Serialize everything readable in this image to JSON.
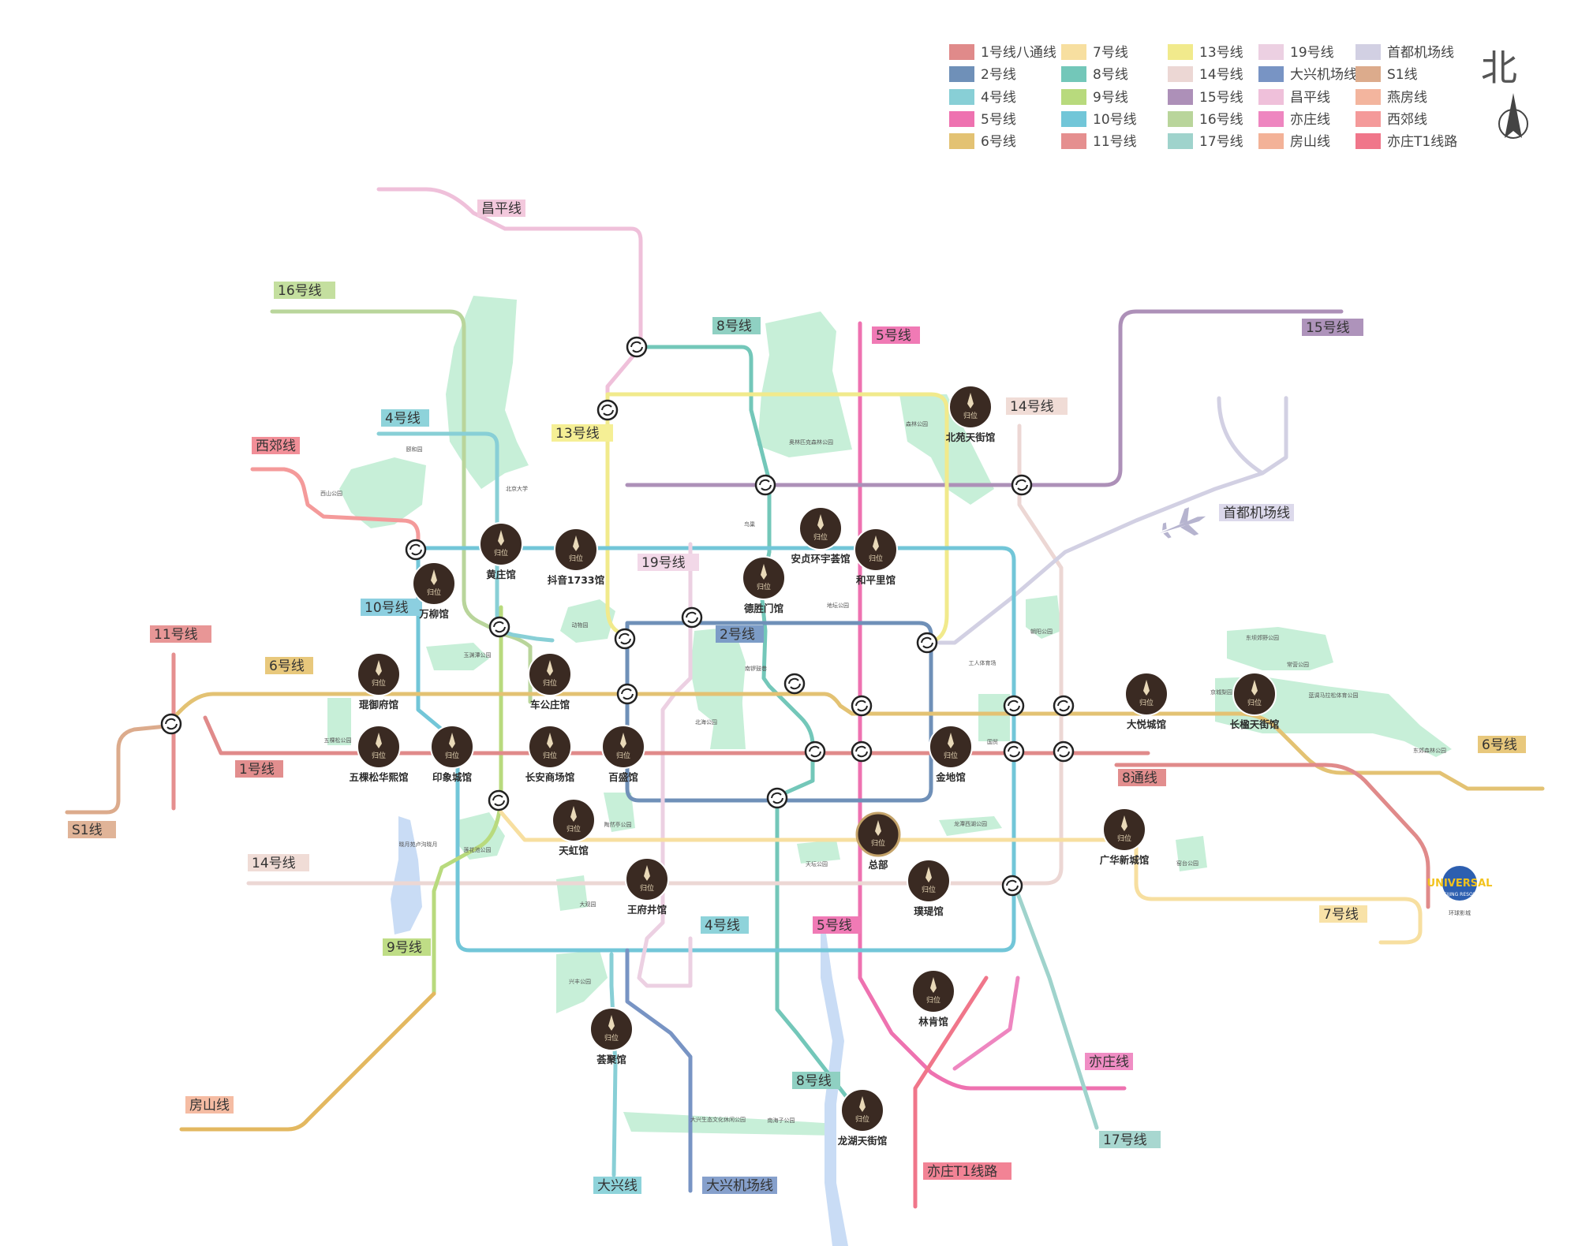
{
  "north": {
    "label": "北",
    "icon": "north-arrow-icon"
  },
  "legend": [
    {
      "label": "1号线八通线",
      "color": "#e08a8a"
    },
    {
      "label": "2号线",
      "color": "#6f90b8"
    },
    {
      "label": "4号线",
      "color": "#88cfd6"
    },
    {
      "label": "5号线",
      "color": "#ee72b0"
    },
    {
      "label": "6号线",
      "color": "#e3c273"
    },
    {
      "label": "7号线",
      "color": "#f7dfa0"
    },
    {
      "label": "8号线",
      "color": "#73c7b9"
    },
    {
      "label": "9号线",
      "color": "#b8da7d"
    },
    {
      "label": "10号线",
      "color": "#72c6d8"
    },
    {
      "label": "11号线",
      "color": "#e58f8f"
    },
    {
      "label": "13号线",
      "color": "#f1ea8c"
    },
    {
      "label": "14号线",
      "color": "#ecd7d4"
    },
    {
      "label": "15号线",
      "color": "#ad90b8"
    },
    {
      "label": "16号线",
      "color": "#b9d59b"
    },
    {
      "label": "17号线",
      "color": "#9fd3cc"
    },
    {
      "label": "19号线",
      "color": "#ecd0e2"
    },
    {
      "label": "大兴机场线",
      "color": "#7894c4"
    },
    {
      "label": "昌平线",
      "color": "#efc0da"
    },
    {
      "label": "亦庄线",
      "color": "#ee86c0"
    },
    {
      "label": "房山线",
      "color": "#f3b298"
    },
    {
      "label": "首都机场线",
      "color": "#d2d0e3"
    },
    {
      "label": "S1线",
      "color": "#dcab8c"
    },
    {
      "label": "燕房线",
      "color": "#f3b59e"
    },
    {
      "label": "西郊线",
      "color": "#f49a9a"
    },
    {
      "label": "亦庄T1线路",
      "color": "#f0768a"
    }
  ],
  "line_tags": [
    {
      "label": "昌平线",
      "color": "#f3c9dd"
    },
    {
      "label": "16号线",
      "color": "#c4df9f"
    },
    {
      "label": "8号线",
      "color": "#8fd0c2"
    },
    {
      "label": "5号线",
      "color": "#f07ab5"
    },
    {
      "label": "15号线",
      "color": "#ae93bb"
    },
    {
      "label": "14号线",
      "color": "#f0dcd6"
    },
    {
      "label": "首都机场线",
      "color": "#dcd9eb"
    },
    {
      "label": "4号线",
      "color": "#8ed3da"
    },
    {
      "label": "13号线",
      "color": "#f5ef95"
    },
    {
      "label": "西郊线",
      "color": "#f28f98"
    },
    {
      "label": "19号线",
      "color": "#f2d8e8"
    },
    {
      "label": "10号线",
      "color": "#8ccfe0"
    },
    {
      "label": "2号线",
      "color": "#7c9cc7"
    },
    {
      "label": "11号线",
      "color": "#e89696"
    },
    {
      "label": "6号线",
      "color": "#e8c87c"
    },
    {
      "label": "6号线",
      "color": "#e8c87c"
    },
    {
      "label": "1号线",
      "color": "#e28e8e"
    },
    {
      "label": "8通线",
      "color": "#e28e8e"
    },
    {
      "label": "S1线",
      "color": "#e0b498"
    },
    {
      "label": "14号线",
      "color": "#f0dcd6"
    },
    {
      "label": "9号线",
      "color": "#bfdd86"
    },
    {
      "label": "4号线",
      "color": "#8ed3da"
    },
    {
      "label": "5号线",
      "color": "#f07ab5"
    },
    {
      "label": "7号线",
      "color": "#f8e2a8"
    },
    {
      "label": "亦庄线",
      "color": "#f08dc4"
    },
    {
      "label": "8号线",
      "color": "#8fd0c2"
    },
    {
      "label": "房山线",
      "color": "#f5bca3"
    },
    {
      "label": "17号线",
      "color": "#a8d7d0"
    },
    {
      "label": "亦庄T1线路",
      "color": "#f28395"
    },
    {
      "label": "大兴线",
      "color": "#8ed3da"
    },
    {
      "label": "大兴机场线",
      "color": "#86a0cc"
    }
  ],
  "stores": [
    {
      "name": "北苑天街馆"
    },
    {
      "name": "黄庄馆"
    },
    {
      "name": "抖音1733馆"
    },
    {
      "name": "安贞环宇荟馆"
    },
    {
      "name": "和平里馆"
    },
    {
      "name": "德胜门馆"
    },
    {
      "name": "万柳馆"
    },
    {
      "name": "琨御府馆"
    },
    {
      "name": "车公庄馆"
    },
    {
      "name": "五棵松华熙馆"
    },
    {
      "name": "印象城馆"
    },
    {
      "name": "长安商场馆"
    },
    {
      "name": "百盛馆"
    },
    {
      "name": "金地馆"
    },
    {
      "name": "大悦城馆"
    },
    {
      "name": "长楹天街馆"
    },
    {
      "name": "天虹馆"
    },
    {
      "name": "总部"
    },
    {
      "name": "广华新城馆"
    },
    {
      "name": "王府井馆"
    },
    {
      "name": "璞瑅馆"
    },
    {
      "name": "林肯馆"
    },
    {
      "name": "荟聚馆"
    },
    {
      "name": "龙湖天街馆"
    }
  ],
  "store_logo_text": "归位",
  "pois": [
    {
      "label": "颐和园"
    },
    {
      "label": "西山公园"
    },
    {
      "label": "北京大学"
    },
    {
      "label": "奥林匹克森林公园"
    },
    {
      "label": "森林公园"
    },
    {
      "label": "鸟巢"
    },
    {
      "label": "地坛公园"
    },
    {
      "label": "动物园"
    },
    {
      "label": "玉渊潭公园"
    },
    {
      "label": "南锣鼓巷"
    },
    {
      "label": "北海公园"
    },
    {
      "label": "工人体育场"
    },
    {
      "label": "朝阳公园"
    },
    {
      "label": "东坝郊野公园"
    },
    {
      "label": "常营公园"
    },
    {
      "label": "京城梨园"
    },
    {
      "label": "蓝调马拉松体育公园"
    },
    {
      "label": "东郊森林公园"
    },
    {
      "label": "五棵松公园"
    },
    {
      "label": "国贸"
    },
    {
      "label": "莲花池公园"
    },
    {
      "label": "陶然亭公园"
    },
    {
      "label": "天坛公园"
    },
    {
      "label": "龙潭西湖公园"
    },
    {
      "label": "窑台公园"
    },
    {
      "label": "大观园"
    },
    {
      "label": "晓月苑卢沟晓月"
    },
    {
      "label": "兴丰公园"
    },
    {
      "label": "南海子公园"
    },
    {
      "label": "大兴生态文化休闲公园"
    },
    {
      "label": "环球影城"
    }
  ],
  "universal_logo": {
    "line1": "UNIVERSAL",
    "line2": "BEIJING RESORT"
  }
}
